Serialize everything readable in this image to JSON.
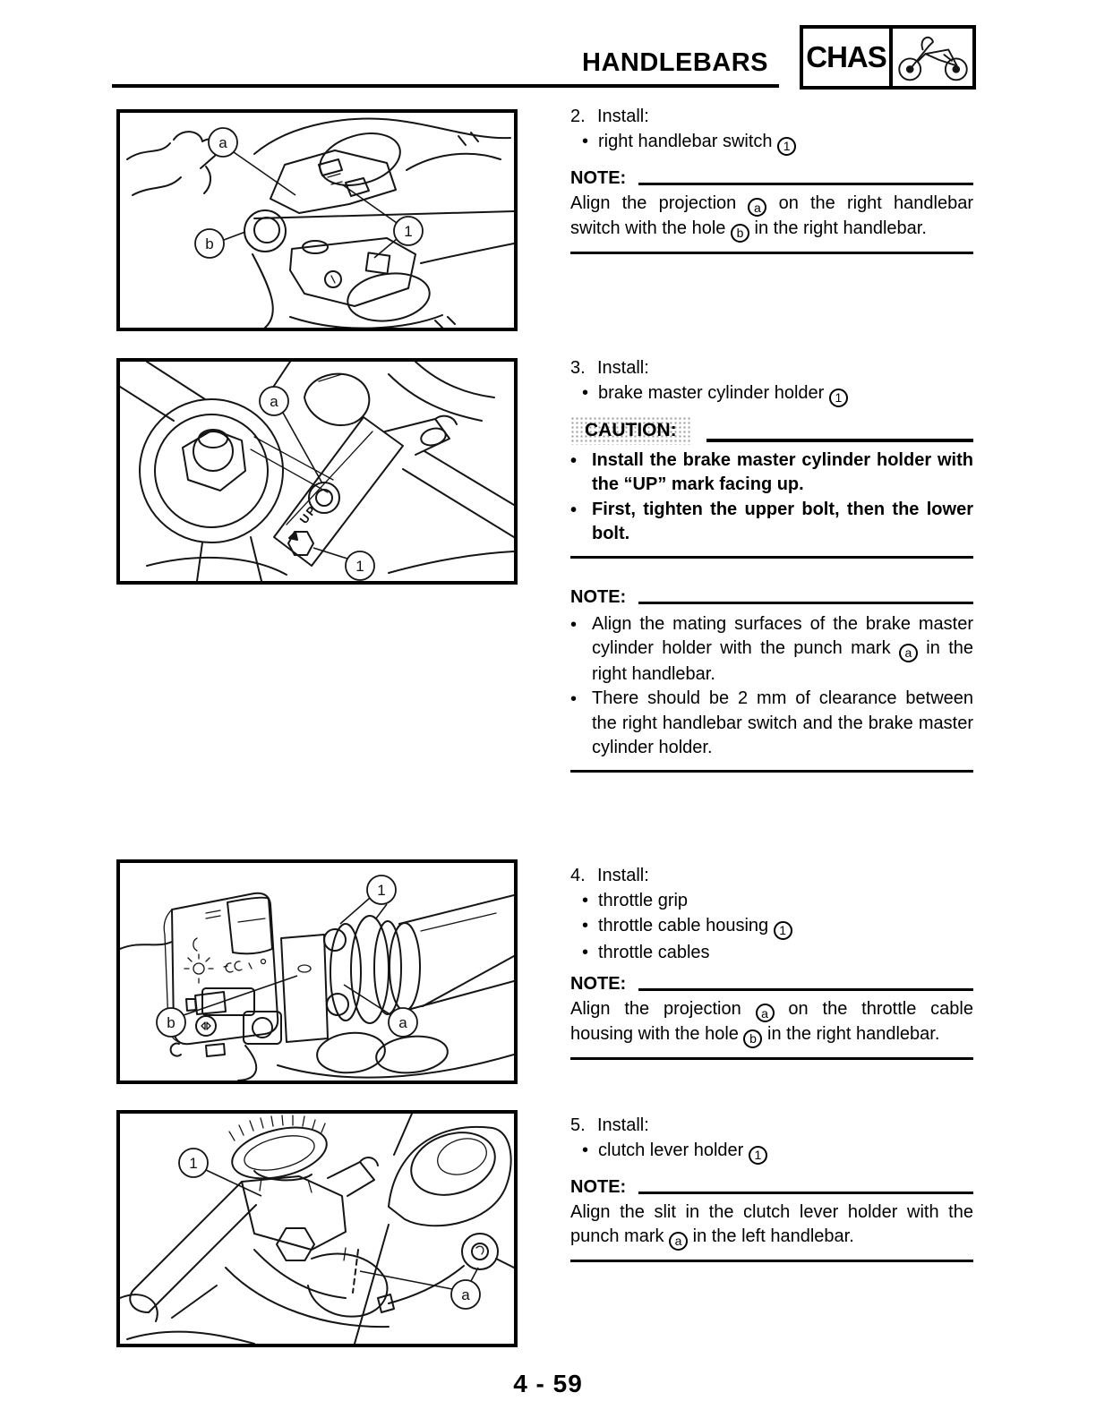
{
  "header": {
    "title": "HANDLEBARS",
    "tag": "CHAS"
  },
  "footer": {
    "page_number": "4 - 59"
  },
  "labels": {
    "note": "NOTE:",
    "caution": "CAUTION:",
    "bullet": "•"
  },
  "figures": {
    "fig1": {
      "callout_a": "a",
      "callout_b": "b",
      "callout_1": "1"
    },
    "fig2": {
      "callout_a": "a",
      "callout_1": "1",
      "up_mark": "UP"
    },
    "fig3": {
      "callout_a": "a",
      "callout_b": "b",
      "callout_1": "1"
    },
    "fig4": {
      "callout_a": "a",
      "callout_1": "1"
    }
  },
  "steps": {
    "s2": {
      "number": "2.",
      "title": "Install:",
      "items": [
        {
          "t": "right handlebar switch ",
          "c": "1"
        }
      ],
      "note": {
        "segs": [
          "Align the projection ",
          "a",
          " on the right handlebar switch with the hole ",
          "b",
          " in the right handlebar."
        ]
      }
    },
    "s3": {
      "number": "3.",
      "title": "Install:",
      "items": [
        {
          "t": "brake master cylinder holder ",
          "c": "1"
        }
      ],
      "caution_items": [
        "Install the brake master cylinder holder with the “UP” mark facing up.",
        "First, tighten the upper bolt, then the lower bolt."
      ],
      "note_items": [
        {
          "segs": [
            "Align the mating surfaces of the brake master cylinder holder with the punch mark ",
            "a",
            " in the right handlebar."
          ]
        },
        {
          "segs": [
            "There should be 2 mm of clearance between the right handlebar switch and the brake master cylinder holder."
          ]
        }
      ]
    },
    "s4": {
      "number": "4.",
      "title": "Install:",
      "items": [
        {
          "t": "throttle grip"
        },
        {
          "t": "throttle cable housing ",
          "c": "1"
        },
        {
          "t": "throttle cables"
        }
      ],
      "note": {
        "segs": [
          "Align the projection ",
          "a",
          " on the throttle cable housing with the hole ",
          "b",
          " in the right handlebar."
        ]
      }
    },
    "s5": {
      "number": "5.",
      "title": "Install:",
      "items": [
        {
          "t": "clutch lever holder ",
          "c": "1"
        }
      ],
      "note": {
        "segs": [
          "Align the slit in the clutch lever holder with the punch mark ",
          "a",
          " in the left handlebar."
        ]
      }
    }
  }
}
